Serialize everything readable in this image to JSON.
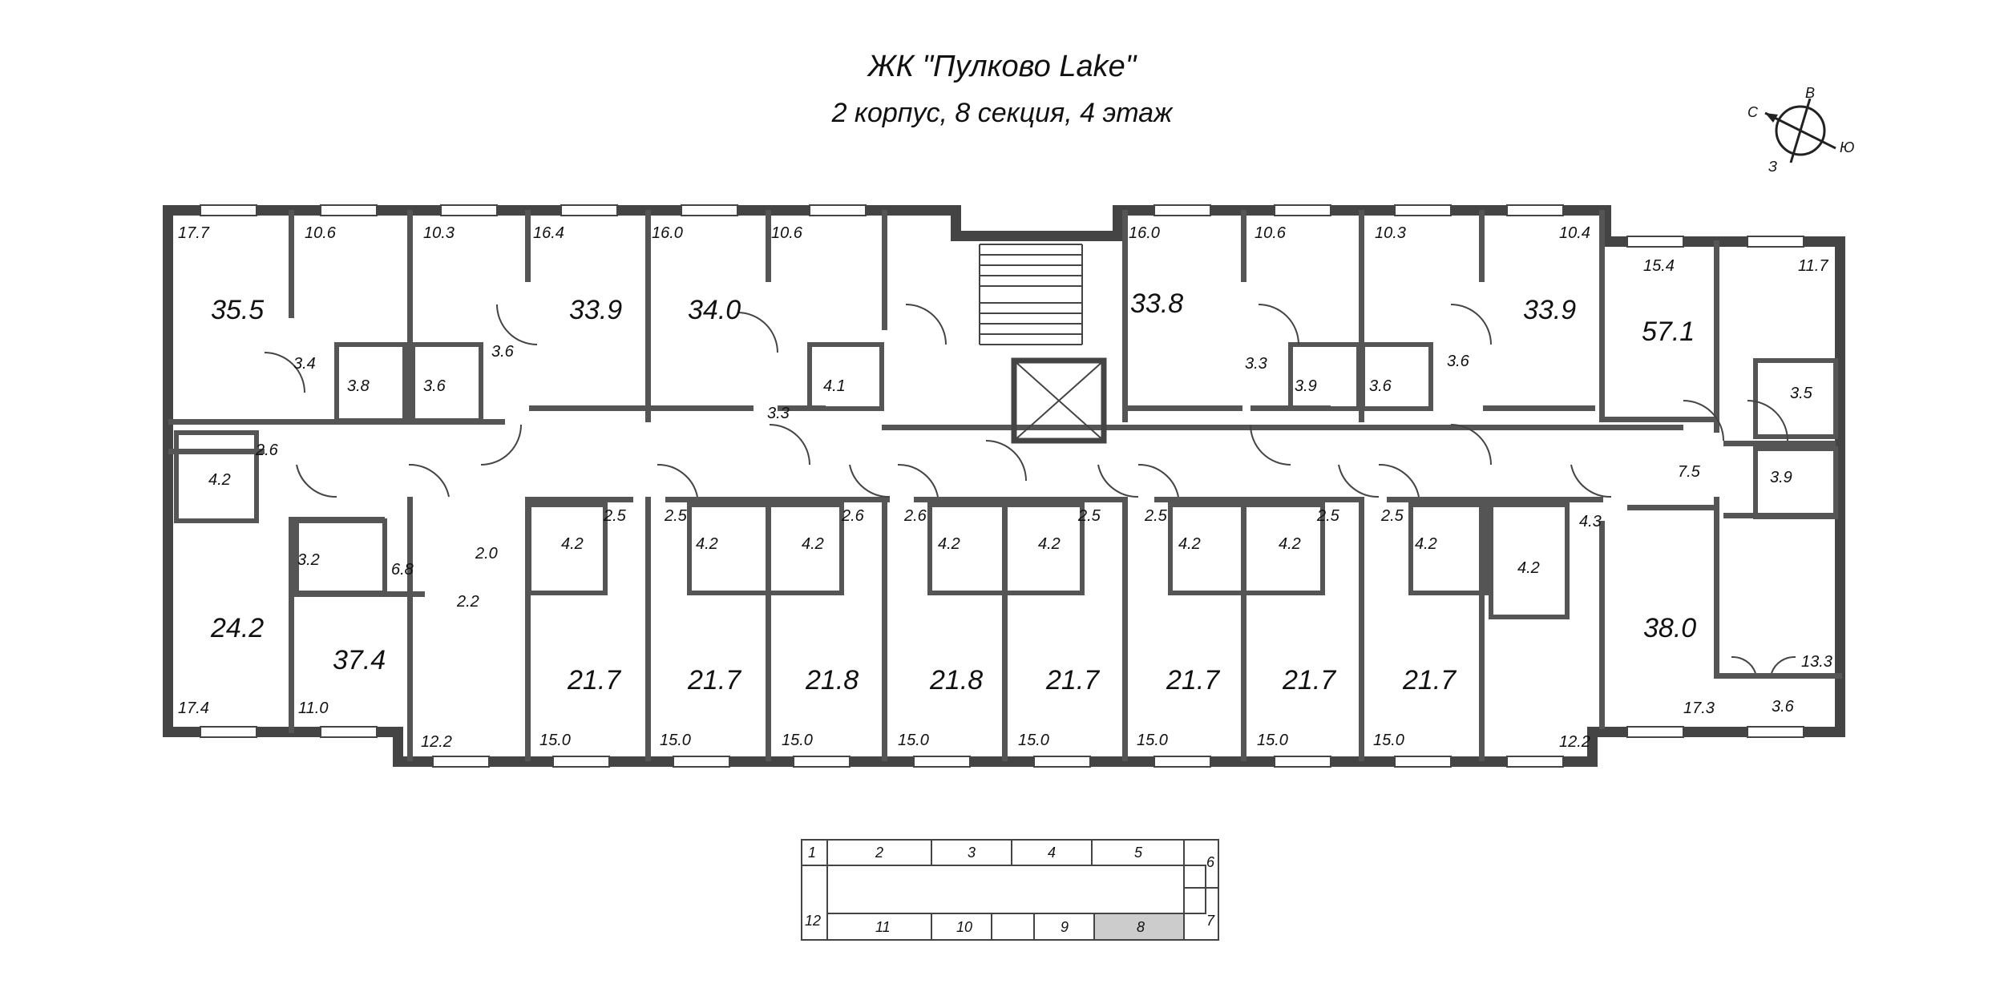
{
  "header": {
    "title": "ЖК \"Пулково Lake\"",
    "subtitle": "2 корпус, 8 секция, 4 этаж"
  },
  "compass": {
    "n": "С",
    "e": "В",
    "s": "Ю",
    "w": "З"
  },
  "apartments": [
    {
      "id": "a1",
      "total": "35.5",
      "living": "17.7"
    },
    {
      "id": "a2",
      "total": "33.9",
      "living": "16.4"
    },
    {
      "id": "a3",
      "total": "34.0",
      "living": "16.0"
    },
    {
      "id": "a4",
      "total": "33.8",
      "living": "16.0"
    },
    {
      "id": "a5",
      "total": "33.9",
      "living": "10.4"
    },
    {
      "id": "a6",
      "total": "57.1",
      "living": "15.4"
    },
    {
      "id": "a7",
      "total": "24.2",
      "living": "17.4"
    },
    {
      "id": "a8",
      "total": "37.4",
      "living": "11.0"
    },
    {
      "id": "a9",
      "total": "21.7",
      "living": "15.0"
    },
    {
      "id": "a10",
      "total": "21.7",
      "living": "15.0"
    },
    {
      "id": "a11",
      "total": "21.8",
      "living": "15.0"
    },
    {
      "id": "a12",
      "total": "21.8",
      "living": "15.0"
    },
    {
      "id": "a13",
      "total": "21.7",
      "living": "15.0"
    },
    {
      "id": "a14",
      "total": "21.7",
      "living": "15.0"
    },
    {
      "id": "a15",
      "total": "21.7",
      "living": "15.0"
    },
    {
      "id": "a16",
      "total": "21.7",
      "living": "15.0"
    },
    {
      "id": "a17",
      "total": "38.0",
      "living": "17.3"
    }
  ],
  "room_areas": {
    "k1": "10.6",
    "k2": "10.3",
    "k3": "10.6",
    "k4": "10.6",
    "k5": "10.3",
    "k6": "11.7",
    "b1": "3.4",
    "b2": "3.8",
    "b3": "3.6",
    "b4": "3.6",
    "b5": "3.3",
    "b6": "4.1",
    "b7": "3.3",
    "b8": "3.9",
    "b9": "3.6",
    "b10": "3.6",
    "b11": "3.5",
    "b12": "7.5",
    "b13": "3.9",
    "b14": "2.6",
    "b15": "4.2",
    "b16": "3.2",
    "b17": "6.8",
    "b18": "2.0",
    "b19": "2.2",
    "b20": "12.2",
    "c1": "2.5",
    "c2": "4.2",
    "c3": "2.5",
    "c4": "4.2",
    "c5": "4.2",
    "c6": "2.6",
    "c7": "2.6",
    "c8": "4.2",
    "c9": "4.2",
    "c10": "2.5",
    "c11": "2.5",
    "c12": "4.2",
    "c13": "4.2",
    "c14": "2.5",
    "c15": "2.5",
    "c16": "4.2",
    "c17": "4.2",
    "c18": "4.3",
    "c19": "13.3",
    "c20": "3.6",
    "c21": "12.2"
  },
  "key_plan": {
    "sections": [
      "1",
      "2",
      "3",
      "4",
      "5",
      "6",
      "7",
      "8",
      "9",
      "10",
      "11",
      "12"
    ],
    "highlighted": "8"
  },
  "colors": {
    "wall": "#444444",
    "highlight": "#cccccc",
    "window": "#ffffff"
  }
}
